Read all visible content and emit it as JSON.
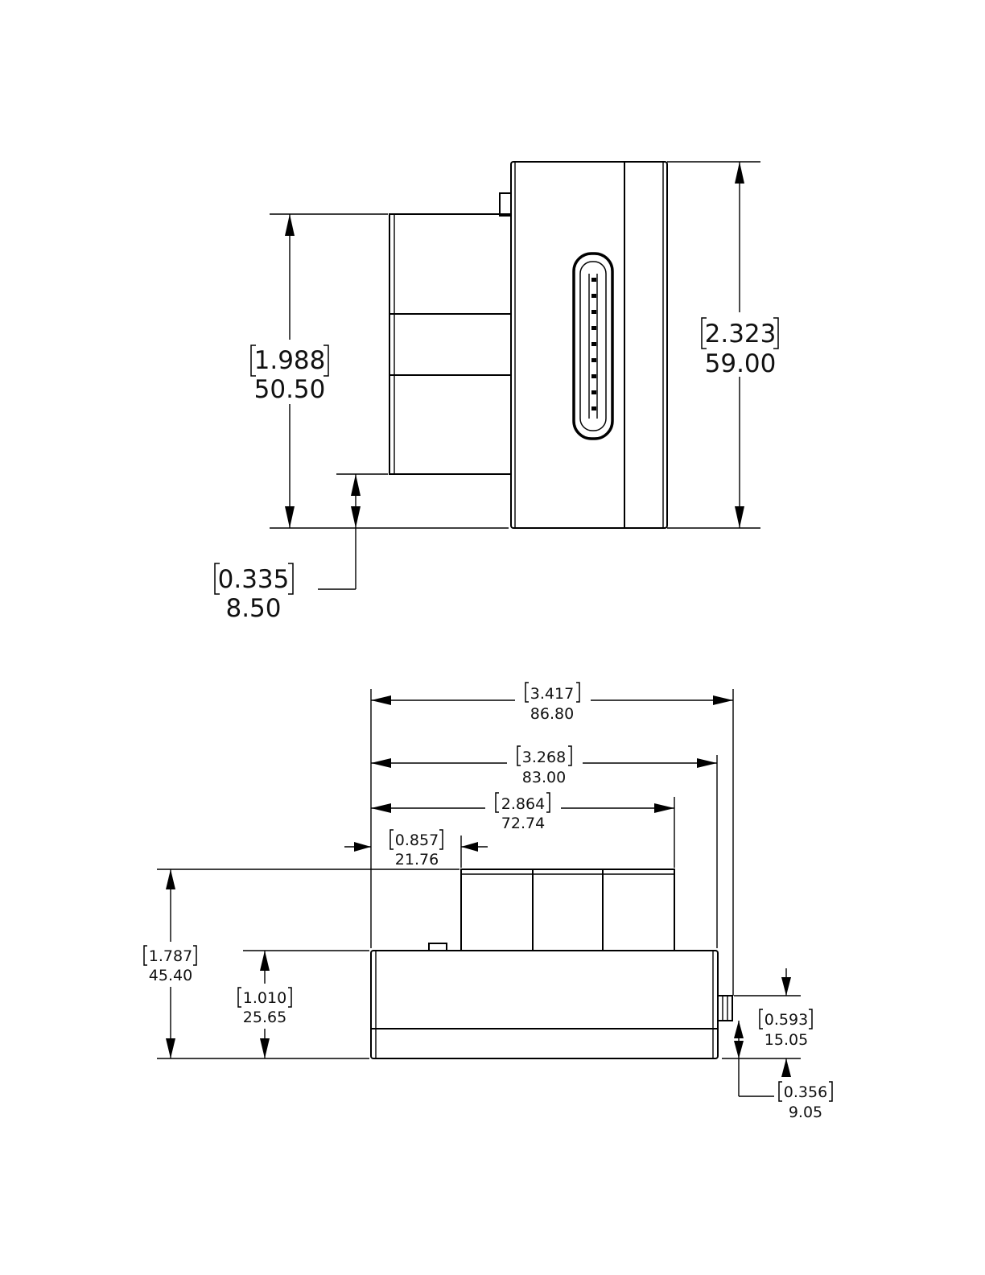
{
  "top_view": {
    "overall_height": {
      "inch": "2.323",
      "mm": "59.00"
    },
    "connector_body_height": {
      "inch": "1.988",
      "mm": "50.50"
    },
    "connector_offset": {
      "inch": "0.335",
      "mm": "8.50"
    }
  },
  "front_view": {
    "overall_width": {
      "inch": "3.417",
      "mm": "86.80"
    },
    "body_width": {
      "inch": "3.268",
      "mm": "83.00"
    },
    "connector_extent": {
      "inch": "2.864",
      "mm": "72.74"
    },
    "connector_start": {
      "inch": "0.857",
      "mm": "21.76"
    },
    "overall_height": {
      "inch": "1.787",
      "mm": "45.40"
    },
    "body_height": {
      "inch": "1.010",
      "mm": "25.65"
    },
    "port_height": {
      "inch": "0.593",
      "mm": "15.05"
    },
    "port_offset": {
      "inch": "0.356",
      "mm": "9.05"
    }
  }
}
